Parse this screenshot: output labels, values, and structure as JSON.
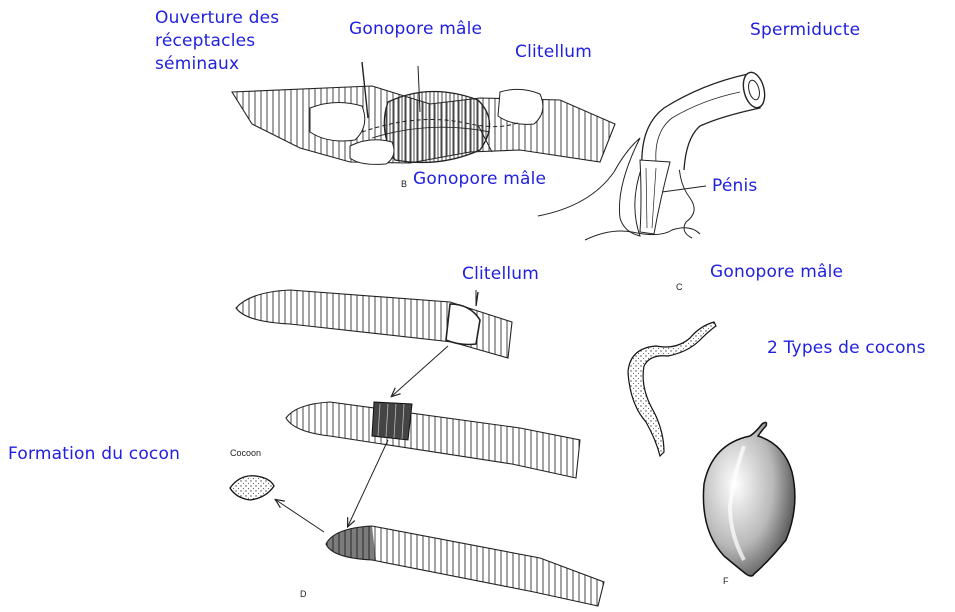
{
  "accent_color": "#2020e0",
  "labels": {
    "ouverture": [
      "Ouverture des",
      "réceptacles",
      "séminaux"
    ],
    "gonopore_male_top": "Gonopore mâle",
    "clitellum_top": "Clitellum",
    "gonopore_male_b": "Gonopore mâle",
    "spermiducte": "Spermiducte",
    "penis": "Pénis",
    "gonopore_male_c": "Gonopore mâle",
    "clitellum_d": "Clitellum",
    "types_cocons": "2 Types de cocons",
    "formation_cocon": "Formation du cocon",
    "cocoon": "Cocoon"
  },
  "panel_letters": {
    "b": "B",
    "c": "C",
    "d": "D",
    "f": "F"
  }
}
